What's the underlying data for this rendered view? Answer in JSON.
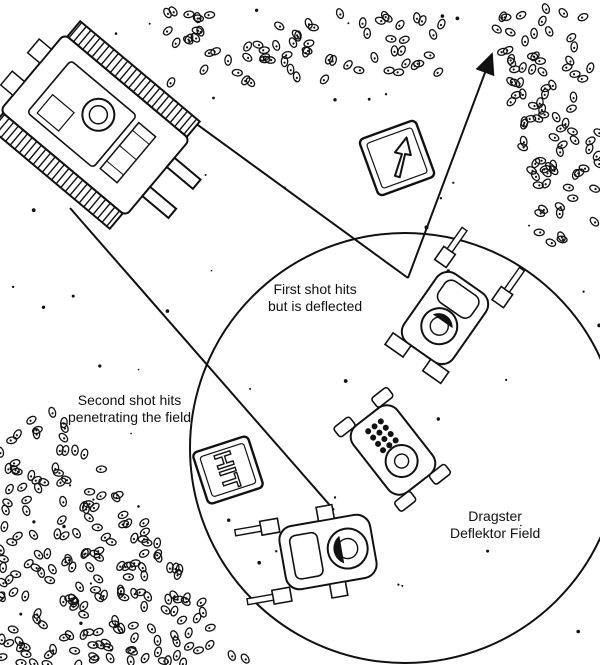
{
  "labels": {
    "first_shot": [
      "First shot hits",
      "but is deflected"
    ],
    "second_shot": [
      "Second shot hits",
      "penetrating the field"
    ],
    "field": [
      "Dragster",
      "Deflektor Field"
    ]
  },
  "signs": {
    "hit": "HIT",
    "deflect_icon": "arrow-up-right-icon"
  },
  "colors": {
    "ink": "#111111",
    "paper": "#ffffff"
  }
}
